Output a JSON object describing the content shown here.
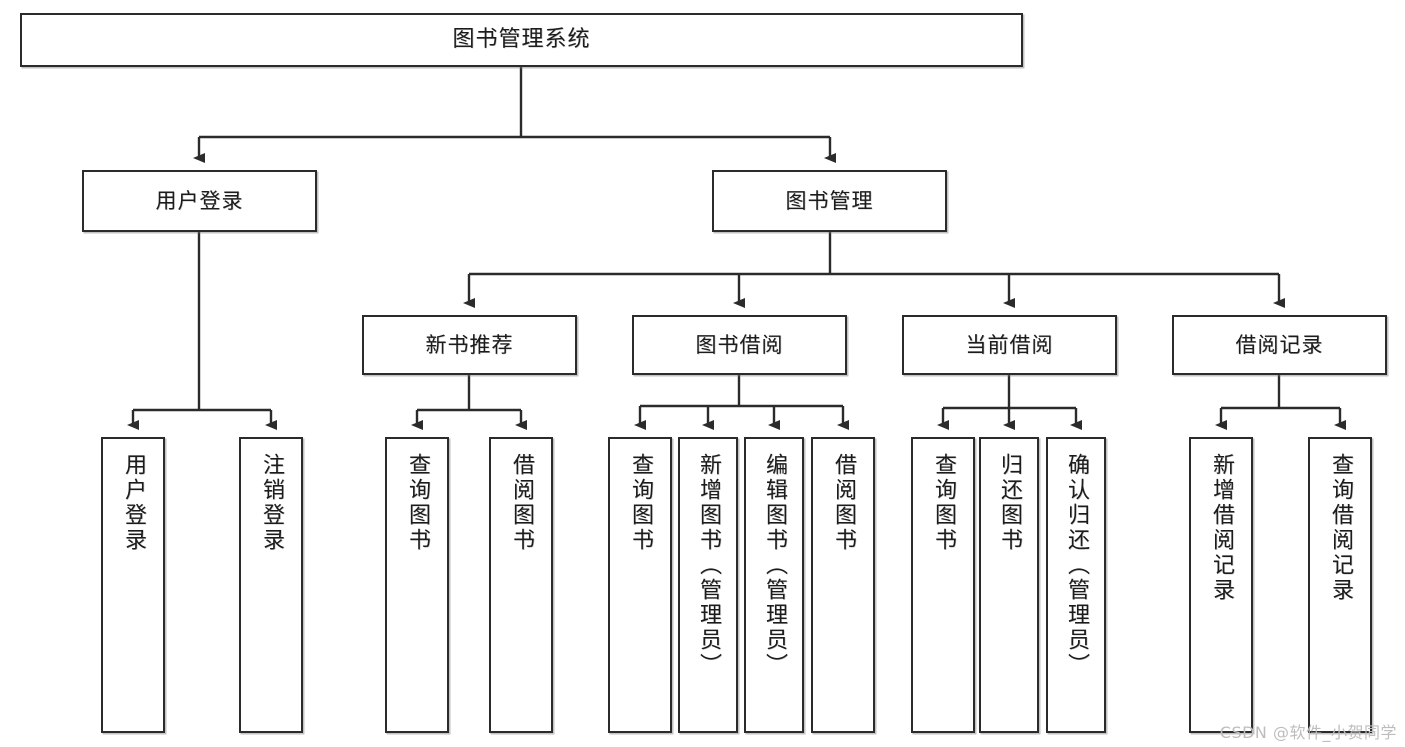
{
  "diagram": {
    "type": "tree",
    "title": "图书管理系统",
    "watermark": "CSDN @软件_小贺同学",
    "colors": {
      "box_border": "#2b2b2b",
      "box_fill": "#ffffff",
      "connector": "#2b2b2b",
      "text": "#1c1c1c",
      "watermark": "#bdbdbd"
    },
    "nodes": {
      "root": {
        "label": "图书管理系统"
      },
      "level2": [
        {
          "label": "用户登录"
        },
        {
          "label": "图书管理"
        }
      ],
      "level3": [
        {
          "label": "新书推荐"
        },
        {
          "label": "图书借阅"
        },
        {
          "label": "当前借阅"
        },
        {
          "label": "借阅记录"
        }
      ],
      "leaves": {
        "user_login": [
          {
            "label": "用户登录"
          },
          {
            "label": "注销登录"
          }
        ],
        "new_book": [
          {
            "label": "查询图书"
          },
          {
            "label": "借阅图书"
          }
        ],
        "book_borrow": [
          {
            "label": "查询图书"
          },
          {
            "label": "新增图书（管理员）"
          },
          {
            "label": "编辑图书（管理员）"
          },
          {
            "label": "借阅图书"
          }
        ],
        "current_borrow": [
          {
            "label": "查询图书"
          },
          {
            "label": "归还图书"
          },
          {
            "label": "确认归还（管理员）"
          }
        ],
        "borrow_record": [
          {
            "label": "新增借阅记录"
          },
          {
            "label": "查询借阅记录"
          }
        ]
      }
    }
  }
}
